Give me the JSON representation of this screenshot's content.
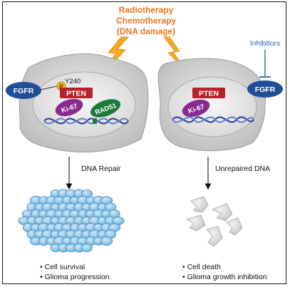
{
  "treatment": {
    "line1": "Radiotherapy",
    "line2": "Chemotherapy",
    "line3": "(DNA damage)"
  },
  "left_cell": {
    "fgfr": "FGFR",
    "phospho": "P",
    "site": "Y240",
    "pten": "PTEN",
    "ki67": "Ki-67",
    "rad51": "RAD51",
    "arrow_label": "DNA Repair",
    "outcome_1": "• Cell survival",
    "outcome_2": "• Glioma progression"
  },
  "right_cell": {
    "inhibitors": "Inhibitors",
    "fgfr": "FGFR",
    "pten": "PTEN",
    "ki67": "Ki-67",
    "arrow_label": "Unrepaired DNA",
    "outcome_1": "• Cell death",
    "outcome_2": "• Glioma growth inhibition"
  },
  "colors": {
    "treatment_text": "#e8741c",
    "lightning": "#f5a623",
    "fgfr": "#1f4e96",
    "pten": "#b5232a",
    "ki67": "#8a2a8f",
    "rad51": "#1d7a3a",
    "phospho": "#f2b31a",
    "inhibitors": "#2f63b0",
    "cell_fill": "#d9d9d9",
    "nucleus_fill": "#eeeeee",
    "tumor_cells": "#8fc6e8",
    "dead_cells": "#d4d4d4"
  }
}
